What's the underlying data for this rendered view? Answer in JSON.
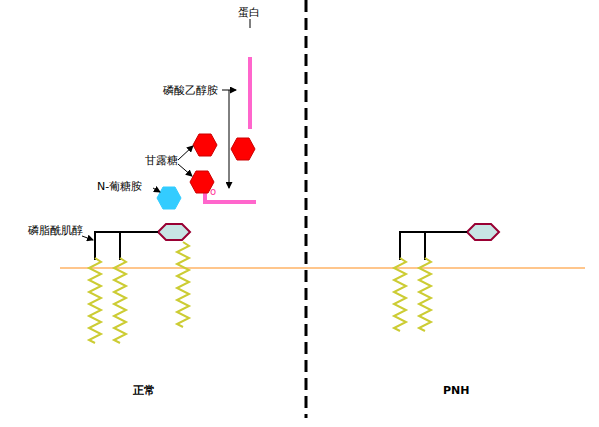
{
  "diagram": {
    "labels": [
      "蛋白",
      "磷酸乙醇胺",
      "甘露糖",
      "N-葡糖胺",
      "磷脂酰肌醇",
      "正常",
      "PNH"
    ]
  }
}
